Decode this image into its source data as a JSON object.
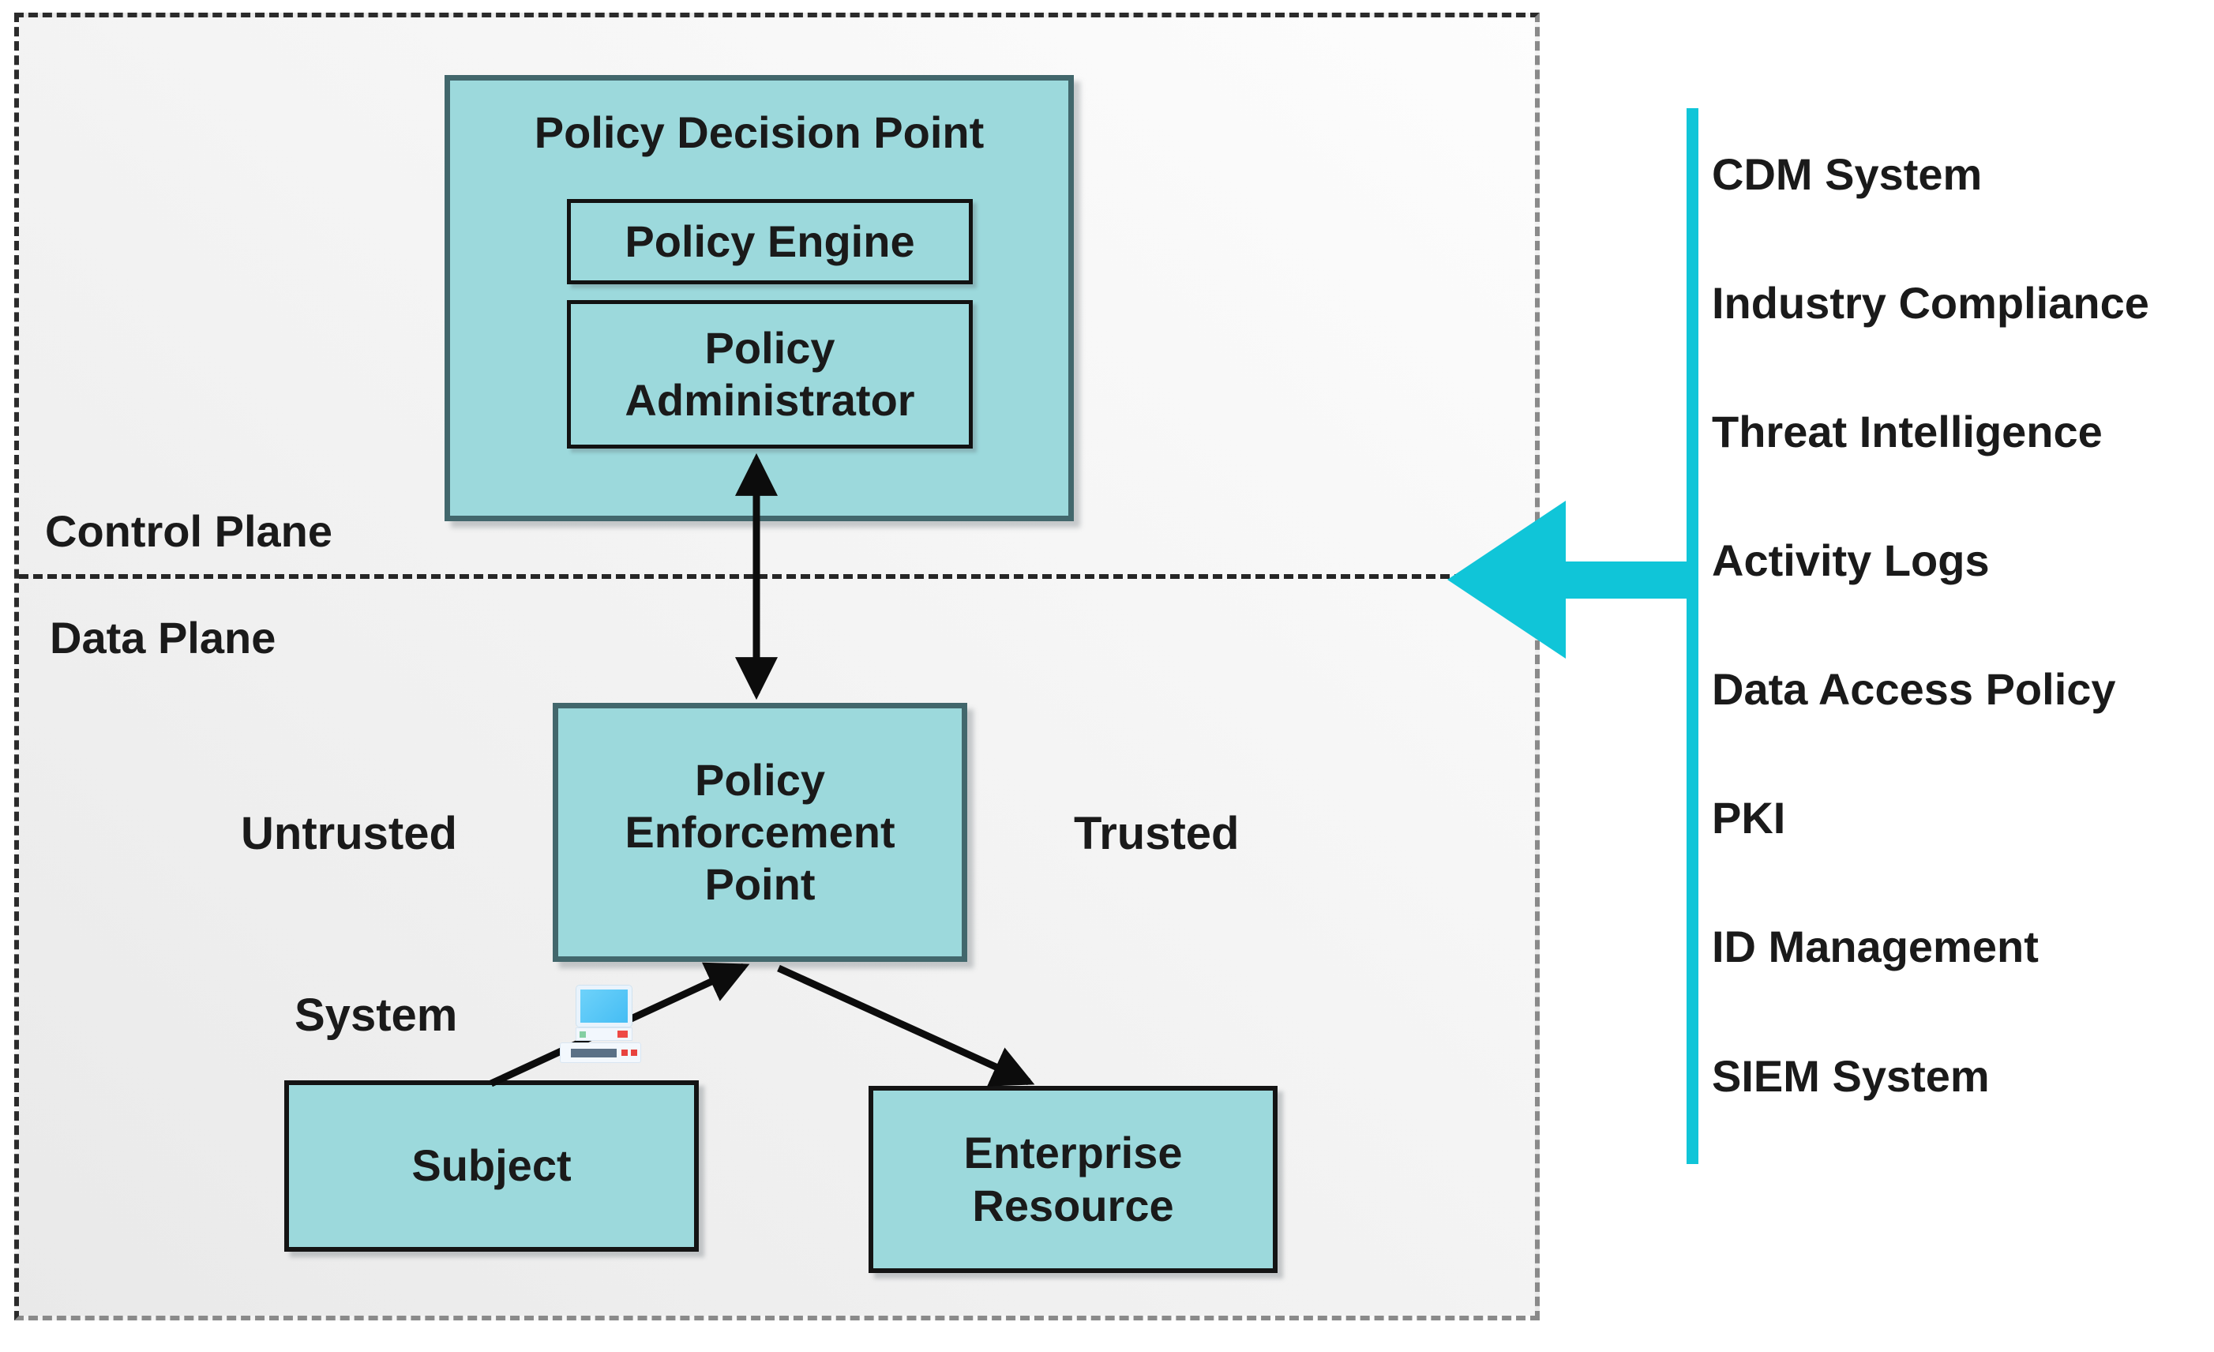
{
  "diagram": {
    "planes": {
      "control": "Control Plane",
      "data": "Data Plane"
    },
    "zones": {
      "untrusted": "Untrusted",
      "trusted": "Trusted"
    },
    "nodes": {
      "policy_decision_point": "Policy Decision Point",
      "policy_engine": "Policy Engine",
      "policy_administrator": "Policy Administrator",
      "policy_enforcement_point": "Policy Enforcement Point",
      "subject": "Subject",
      "enterprise_resource": "Enterprise Resource"
    },
    "system_label": "System",
    "icons": {
      "system_device": "retro-computer-icon"
    }
  },
  "sidebar": {
    "items": [
      "CDM System",
      "Industry Compliance",
      "Threat Intelligence",
      "Activity Logs",
      "Data Access Policy",
      "PKI",
      "ID Management",
      "SIEM System"
    ]
  },
  "colors": {
    "node_fill": "#9cd9dc",
    "node_border_dark": "#42676c",
    "node_border_black": "#141414",
    "accent_cyan": "#10c5d8",
    "text": "#1a1a1a",
    "plane_bg_light": "#fdfdfd",
    "plane_bg_dark": "#e9e9e9"
  }
}
